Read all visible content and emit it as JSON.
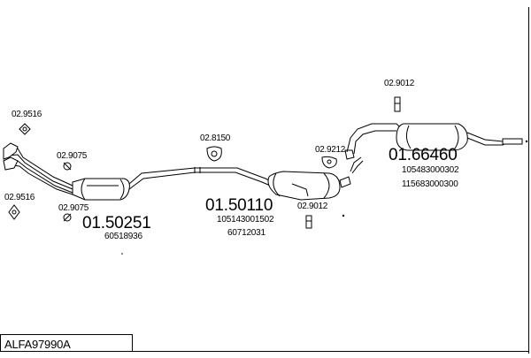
{
  "diagram": {
    "vehicle_code": "ALFA97990A",
    "parts": [
      {
        "number": "01.50251",
        "refs": [
          "60518936"
        ]
      },
      {
        "number": "01.50110",
        "refs": [
          "105143001502",
          "60712031"
        ]
      },
      {
        "number": "01.66460",
        "refs": [
          "105483000302",
          "115683000300"
        ]
      }
    ],
    "accessories": {
      "gasket_top_left": "02.9516",
      "gasket_bottom_left": "02.9516",
      "clamp_upper": "02.9075",
      "clamp_lower": "02.9075",
      "rubber_center": "02.8150",
      "rubber_mid": "02.9212",
      "hanger_mid": "02.9012",
      "hanger_rear": "02.9012"
    }
  }
}
